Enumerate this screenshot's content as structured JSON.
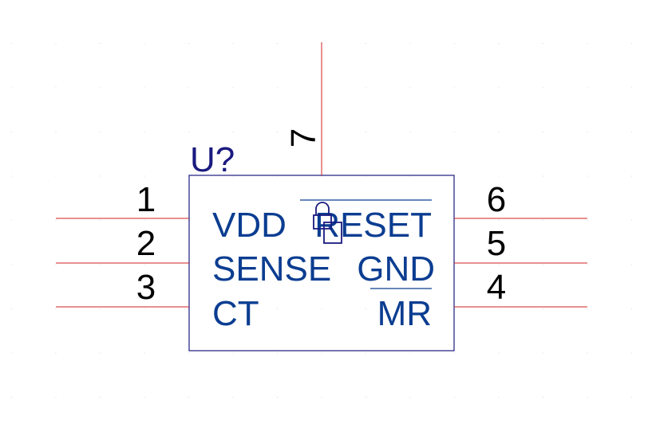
{
  "colors": {
    "background": "#ffffff",
    "pin_line": "#d02020",
    "body_outline": "#1a1a80",
    "pin_name_text": "#0b3d91",
    "pin_number_text": "#000000",
    "reference_text": "#1a1a80",
    "grid_dot": "#d8d8d8"
  },
  "component": {
    "reference": "U?"
  },
  "pins": {
    "left": [
      {
        "number": "1",
        "name": "VDD"
      },
      {
        "number": "2",
        "name": "SENSE"
      },
      {
        "number": "3",
        "name": "CT"
      }
    ],
    "right": [
      {
        "number": "6",
        "name": "RESET",
        "active_low": true
      },
      {
        "number": "5",
        "name": "GND",
        "active_low": false
      },
      {
        "number": "4",
        "name": "MR",
        "active_low": true
      }
    ],
    "top": [
      {
        "number": "7"
      }
    ]
  },
  "icons": [
    "lock-icon"
  ]
}
